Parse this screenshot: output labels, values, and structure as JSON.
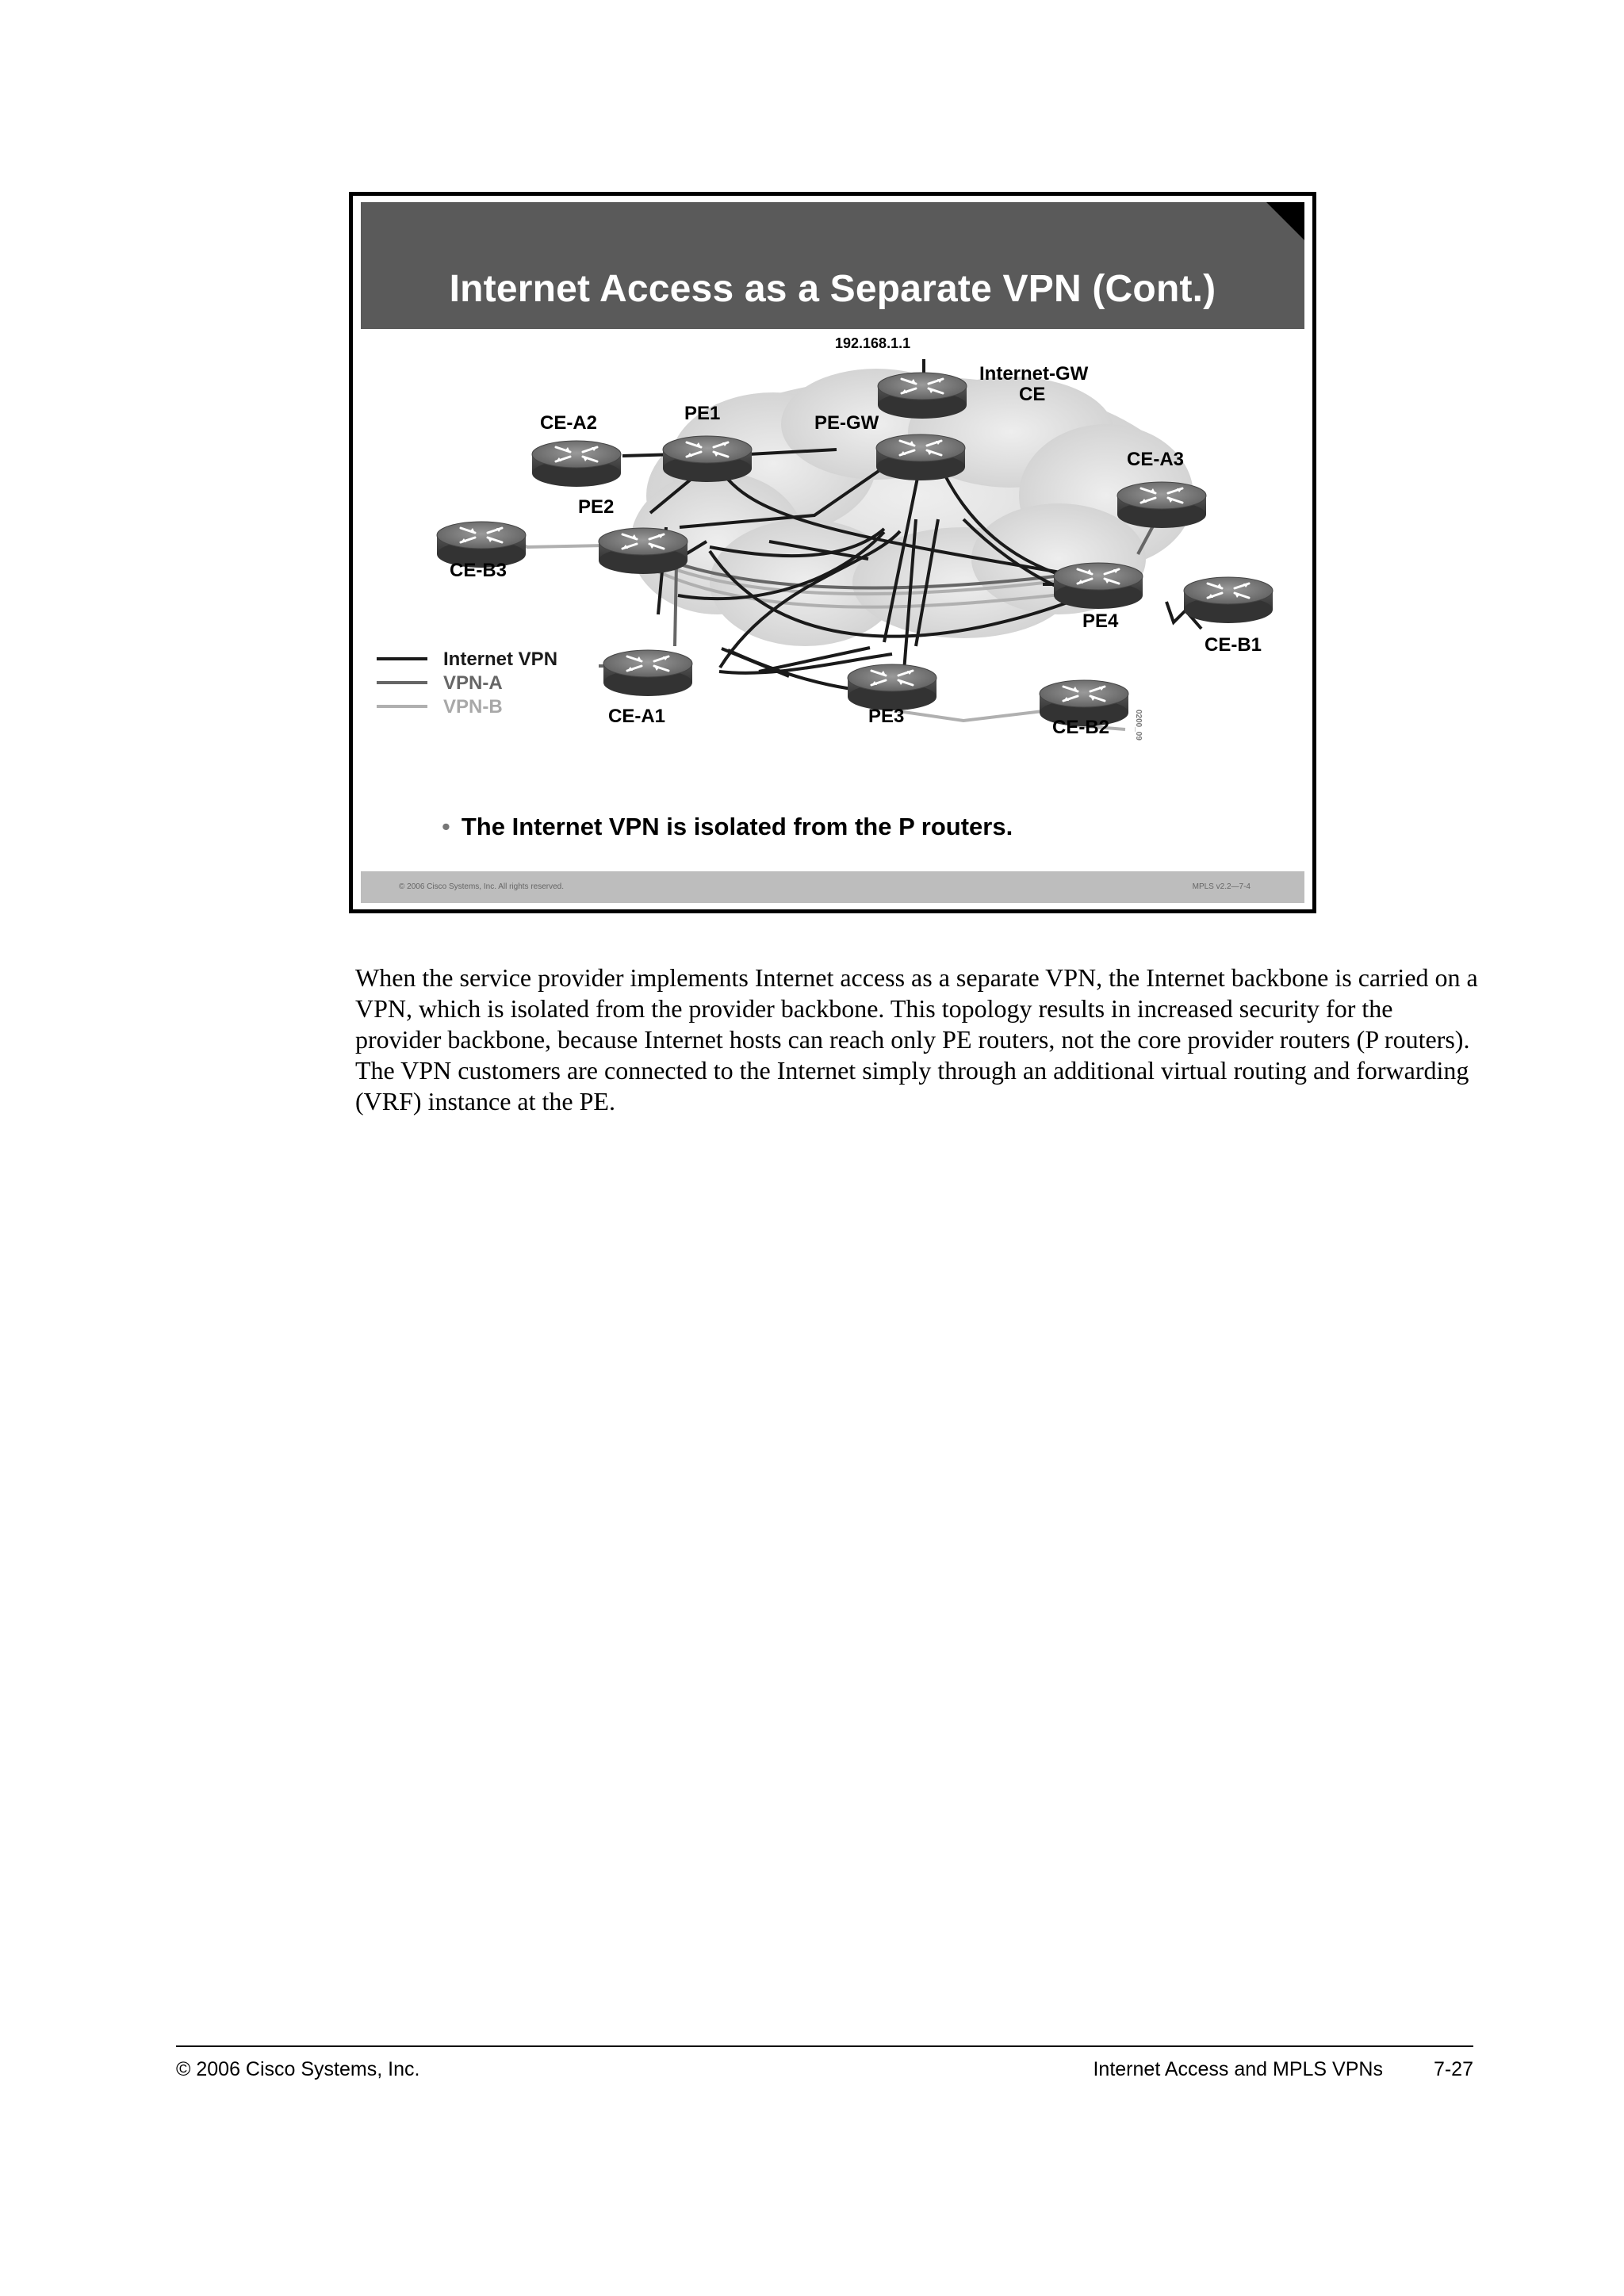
{
  "slide": {
    "title": "Internet Access as a Separate VPN (Cont.)",
    "bullet": "The Internet VPN is isolated from the P routers.",
    "copyright": "© 2006 Cisco Systems, Inc. All rights reserved.",
    "course_code": "MPLS v2.2—7-4",
    "figure_id": "0200_09"
  },
  "diagram": {
    "ip_address": "192.168.1.1",
    "nodes": {
      "internet_gw": "Internet-GW",
      "internet_gw_ce": "CE",
      "pe_gw": "PE-GW",
      "pe1": "PE1",
      "pe2": "PE2",
      "pe3": "PE3",
      "pe4": "PE4",
      "ce_a1": "CE-A1",
      "ce_a2": "CE-A2",
      "ce_a3": "CE-A3",
      "ce_b1": "CE-B1",
      "ce_b2": "CE-B2",
      "ce_b3": "CE-B3"
    },
    "legend": {
      "internet_vpn": "Internet VPN",
      "vpn_a": "VPN-A",
      "vpn_b": "VPN-B"
    },
    "colors": {
      "internet_vpn": "#1a1a1a",
      "vpn_a": "#666666",
      "vpn_b": "#b0b0b0",
      "cloud": "#dcdcdc",
      "title_bar": "#5a5a5a"
    }
  },
  "body_text": "When the service provider implements Internet access as a separate VPN, the Internet backbone is carried on a VPN, which is isolated from the provider backbone. This topology results in increased security for the provider backbone, because Internet hosts can reach only PE routers, not the core provider routers (P routers). The VPN customers are connected to the Internet simply through an additional virtual routing and forwarding (VRF) instance at the PE.",
  "footer": {
    "left": "© 2006 Cisco Systems, Inc.",
    "right": "Internet Access and MPLS VPNs",
    "page": "7-27"
  }
}
